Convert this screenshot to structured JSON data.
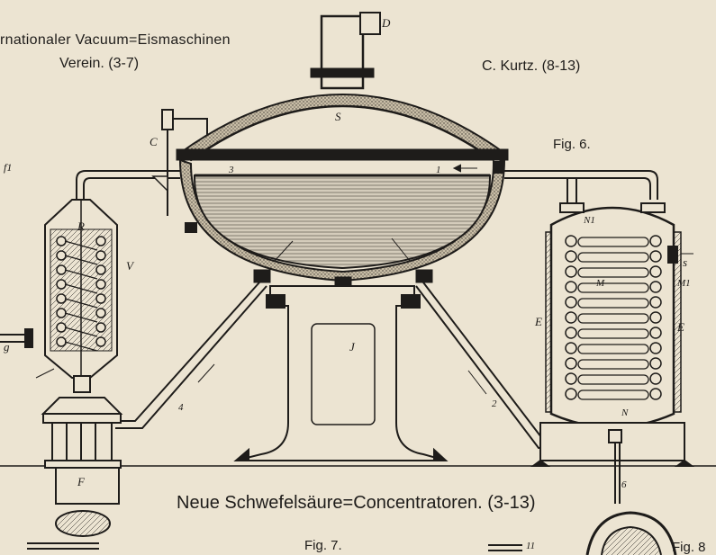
{
  "headings": {
    "company_line1": "rnationaler  Vacuum=Eismaschinen",
    "company_line2": "Verein. (3-7)",
    "kurtz": "C. Kurtz. (8-13)",
    "fig6": "Fig. 6.",
    "caption": "Neue Schwefelsäure=Concentratoren. (3-13)",
    "fig7": "Fig. 7.",
    "fig8": "Fig. 8"
  },
  "letters": {
    "D": "D",
    "S": "S",
    "C": "C",
    "R": "R",
    "V": "V",
    "F": "F",
    "J": "J",
    "E_left": "E",
    "E_right": "E",
    "M": "M",
    "M1": "M1",
    "N": "N",
    "N1": "N1",
    "s": "s",
    "g": "g",
    "f1": "f1"
  },
  "flow_numbers": [
    "1",
    "2",
    "3",
    "4",
    "6",
    "11"
  ],
  "colors": {
    "paper": "#ece4d2",
    "ink": "#1e1c1a",
    "liquid": "#cfc6b4",
    "insulation": "#b9ae98"
  }
}
